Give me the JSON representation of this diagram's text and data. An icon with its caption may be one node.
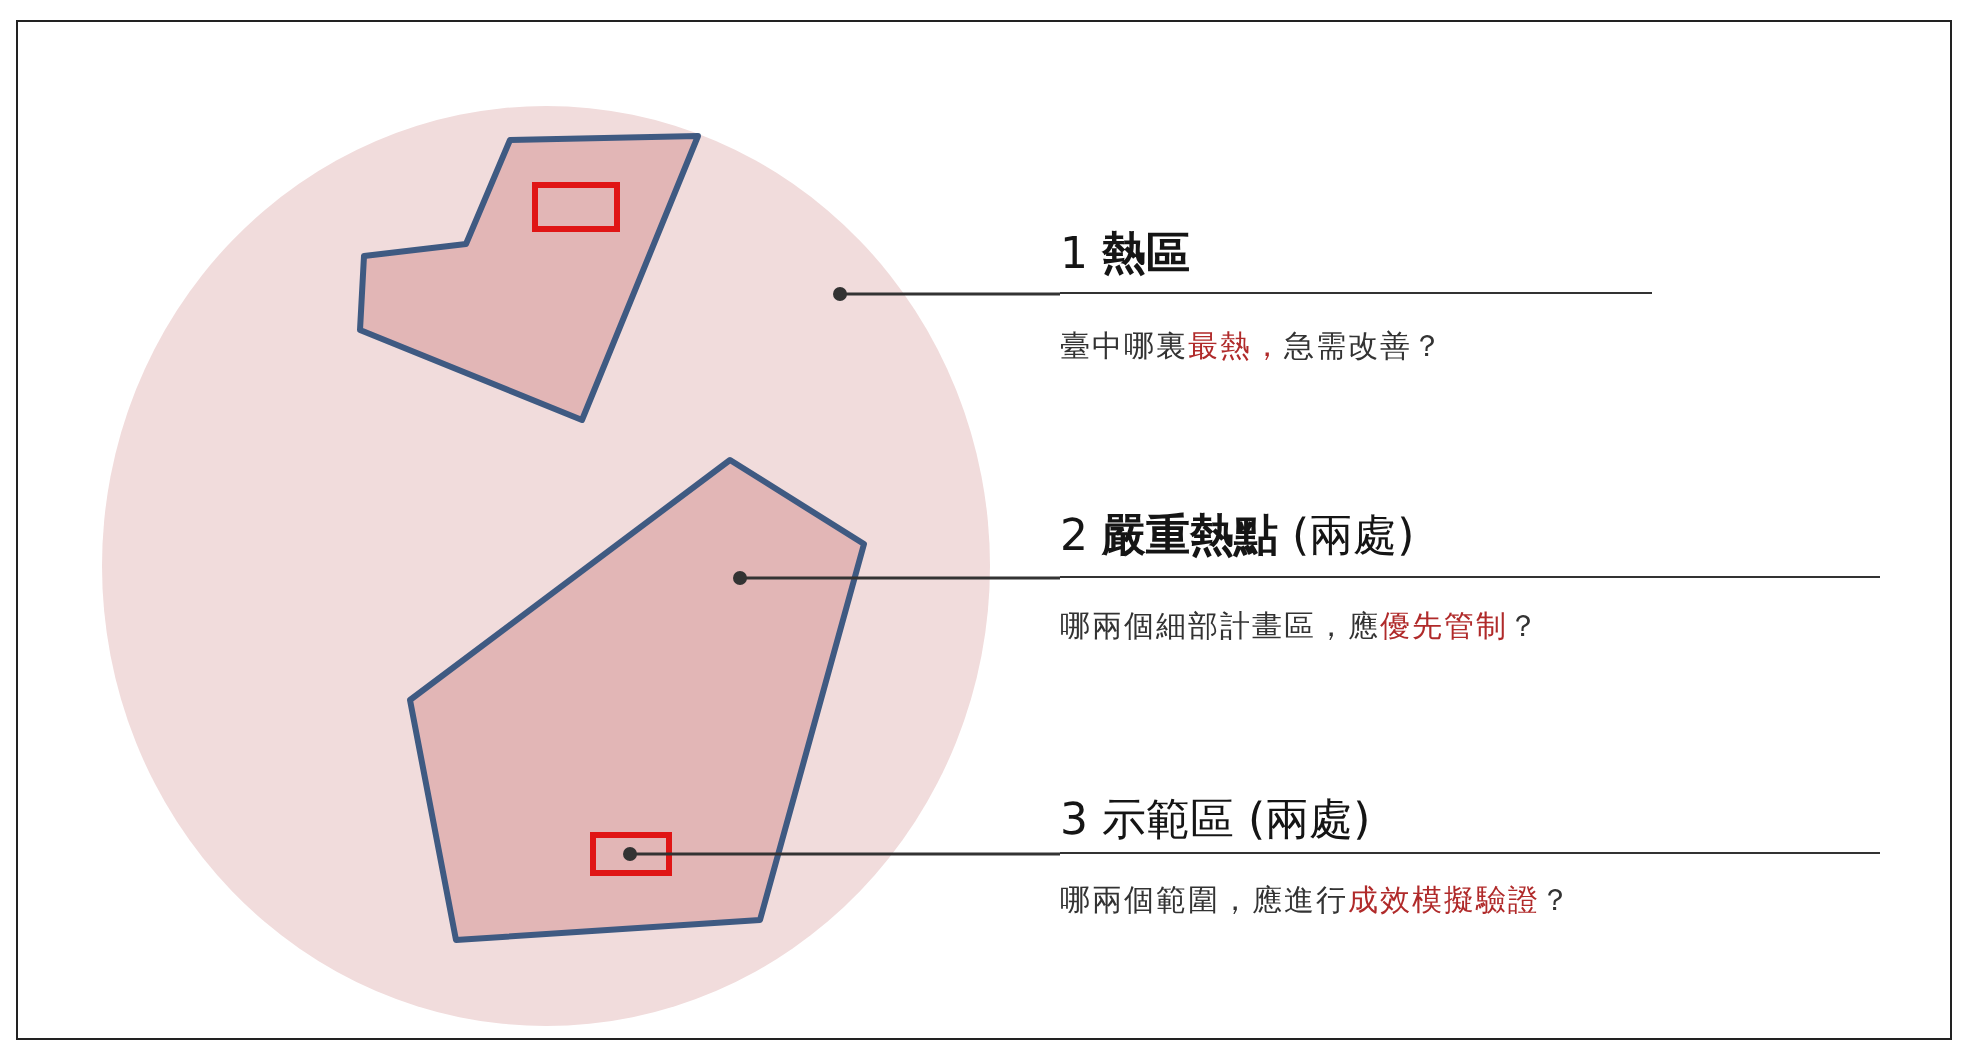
{
  "diagram": {
    "nodes": [
      {
        "text": [
          "1 **熱區**",
          "臺中哪裏**最熱，**急需改善？"
        ]
      },
      {
        "text": [
          "2 **嚴重熱點** (兩處)",
          "哪兩個細部計畫區，應**優先管制**？"
        ]
      },
      {
        "text": [
          "3 示範區 (兩處)",
          "哪兩個範圍，應進行**成效模擬驗證**？"
        ]
      },
      {
        "text": [],
        "shape": "circle"
      },
      {
        "text": [],
        "shape": "box",
        "in": 3
      },
      {
        "text": [],
        "shape": "box",
        "in": 4
      },
      {
        "text": [],
        "shape": "box",
        "in": 3
      },
      {
        "text": [],
        "shape": "box",
        "in": 6
      }
    ],
    "edges": [
      {
        "from": 0,
        "to": 3,
        "arrow": "other"
      },
      {
        "from": 1,
        "to": 6,
        "arrow": "other"
      },
      {
        "from": 2,
        "to": 7,
        "arrow": "other"
      }
    ]
  }
}
